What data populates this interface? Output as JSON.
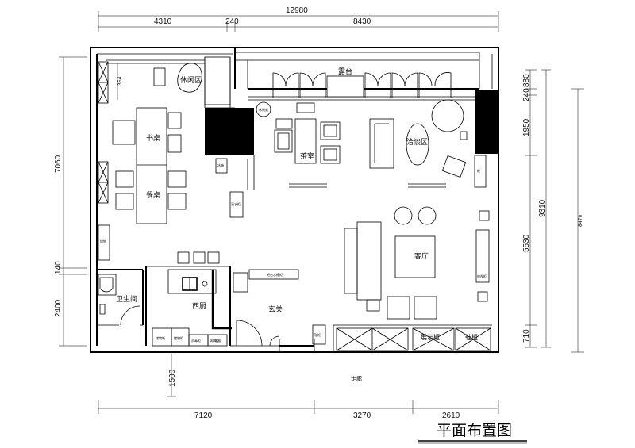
{
  "title": "平面布置图",
  "dims": {
    "top_total": "12980",
    "top_1": "4310",
    "top_2": "240",
    "top_3": "8430",
    "left_1": "7060",
    "left_2": "140",
    "left_3": "2400",
    "small_354": "354",
    "right_1": "880",
    "right_2": "240",
    "right_3": "1950",
    "right_4": "5530",
    "right_5": "710",
    "right_total": "9310",
    "far_right": "8470",
    "bottom_1": "7120",
    "bottom_2": "3270",
    "bottom_3": "2610",
    "corridor_depth": "1500"
  },
  "rooms": {
    "terrace": "露台",
    "leisure": "休闲区",
    "study": "书桌",
    "dining": "餐桌",
    "tea_room": "茶室",
    "negotiation": "洽谈区",
    "living": "客厅",
    "bathroom": "卫生间",
    "western_kitchen": "西厨",
    "entrance": "玄关",
    "corridor": "走廊",
    "display": "展示柜",
    "shoe_cabinet": "鞋柜"
  },
  "tiny_labels": {
    "round_table": "休闲桌",
    "fridge": "冰箱",
    "bar_cabinet": "酒水柜",
    "counter": "吧台水槽柜",
    "left_cab": "储物",
    "entry_cab": "鞋柜",
    "tv": "电视柜",
    "k1": "储物柜",
    "k2": "储物柜",
    "k3": "消毒柜",
    "k4": "调料柜",
    "k5": "电器",
    "col_box": "柜"
  }
}
